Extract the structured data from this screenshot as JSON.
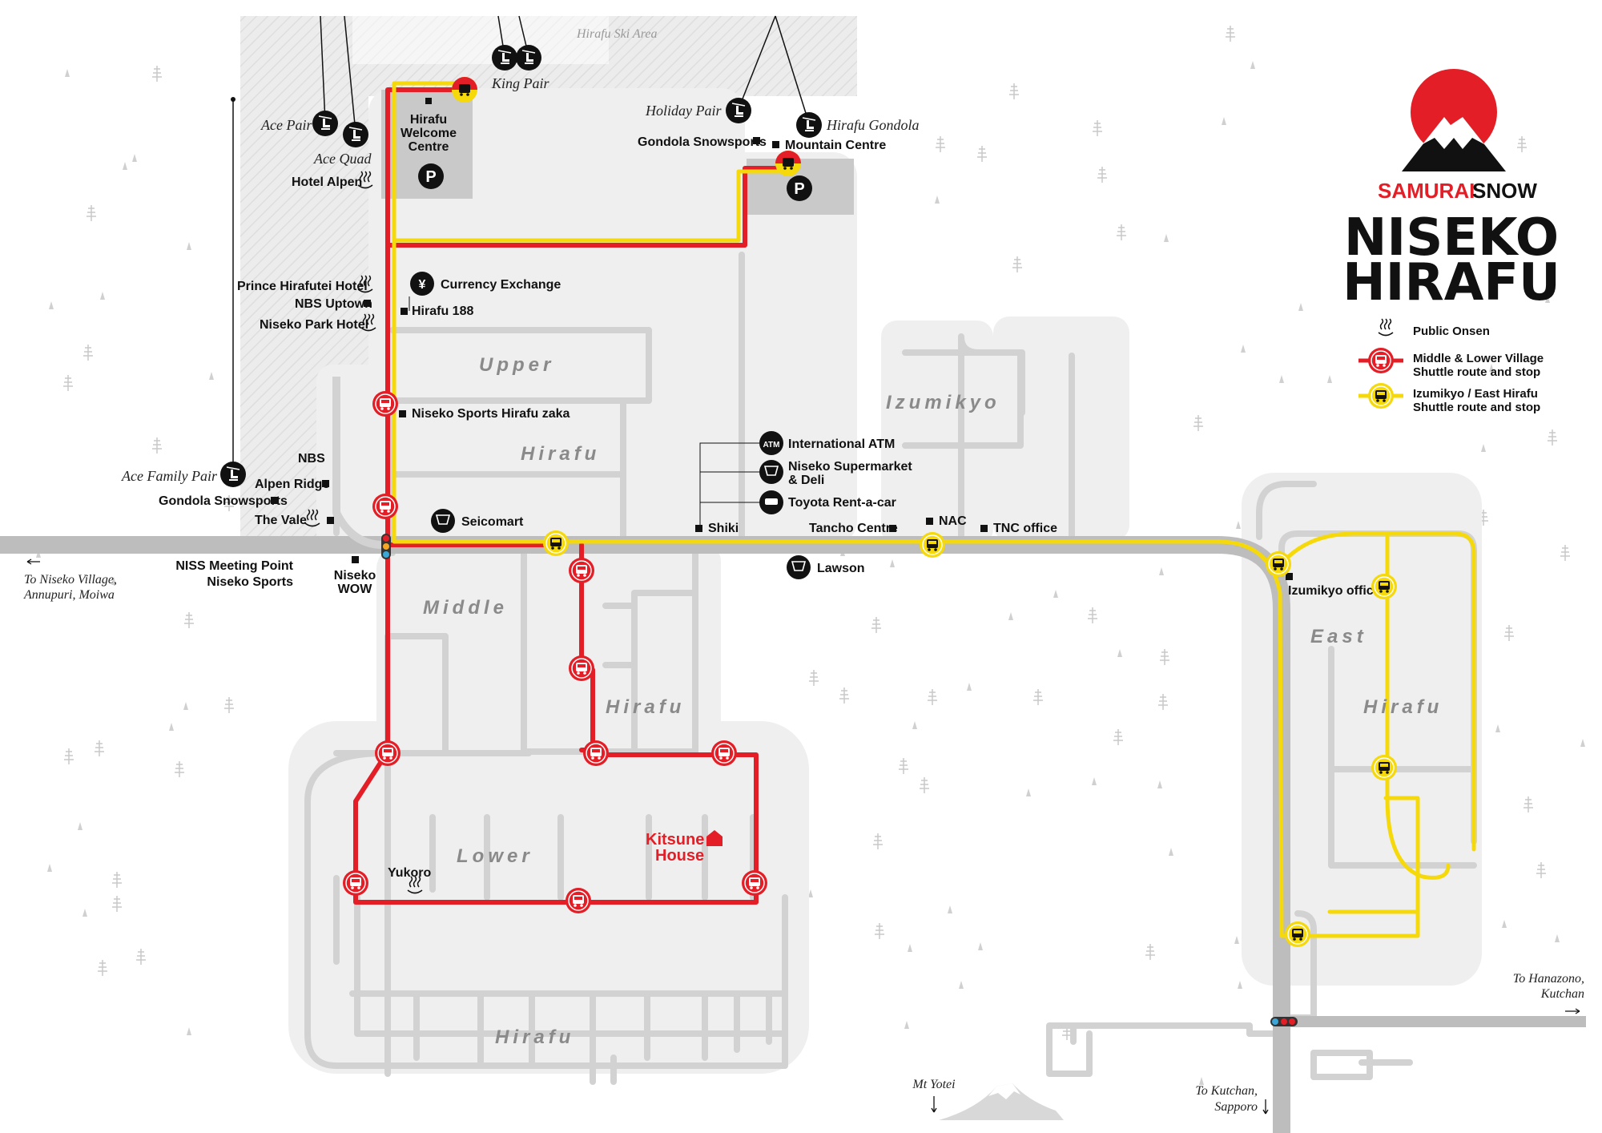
{
  "brand": {
    "samurai": "SAMURAI",
    "snow": "SNOW",
    "title_line1": "NISEKO",
    "title_line2": "HIRAFU",
    "red": "#e41e26",
    "yellow": "#f5d90a"
  },
  "legend": [
    {
      "icon": "onsen-icon",
      "text": "Public Onsen"
    },
    {
      "icon": "red-bus-stop-icon",
      "line1": "Middle & Lower Village",
      "line2": "Shuttle route and stop"
    },
    {
      "icon": "yellow-bus-stop-icon",
      "line1": "Izumikyo / East Hirafu",
      "line2": "Shuttle route and stop"
    }
  ],
  "areas": {
    "ski_area": "Hirafu Ski Area",
    "upper1": "Upper",
    "upper2": "Hirafu",
    "izumikyo": "Izumikyo",
    "middle1": "Middle",
    "middle2": "Hirafu",
    "lower1": "Lower",
    "lower2": "Hirafu",
    "east1": "East",
    "east2": "Hirafu"
  },
  "lifts": {
    "king_pair": "King Pair",
    "ace_pair": "Ace Pair",
    "ace_quad": "Ace Quad",
    "holiday_pair": "Holiday Pair",
    "hirafu_gondola": "Hirafu Gondola",
    "ace_family_pair": "Ace Family Pair"
  },
  "places": {
    "welcome1": "Hirafu",
    "welcome2": "Welcome",
    "welcome3": "Centre",
    "parking": "P",
    "gondola_snowsports": "Gondola Snowsports",
    "mountain_centre": "Mountain Centre",
    "hotel_alpen": "Hotel Alpen",
    "prince_hirafutei": "Prince Hirafutei Hotel",
    "nbs_uptown": "NBS Uptown",
    "niseko_park": "Niseko Park Hotel",
    "currency": "Currency Exchange",
    "yen": "¥",
    "hirafu188": "Hirafu 188",
    "sports_zaka": "Niseko Sports Hirafu zaka",
    "nbs": "NBS",
    "alpen_ridge": "Alpen Ridge",
    "gondola_snowsports2": "Gondola Snowsports",
    "the_vale": "The Vale",
    "seicomart": "Seicomart",
    "atm_badge": "ATM",
    "intl_atm": "International ATM",
    "supermarket1": "Niseko Supermarket",
    "supermarket2": "& Deli",
    "toyota": "Toyota Rent-a-car",
    "shiki": "Shiki",
    "tancho": "Tancho Centre",
    "nac": "NAC",
    "tnc": "TNC office",
    "lawson": "Lawson",
    "niss1": "NISS Meeting Point",
    "niss2": "Niseko Sports",
    "wow1": "Niseko",
    "wow2": "WOW",
    "izumikyo_office": "Izumikyo office",
    "yukoro": "Yukoro",
    "kitsune1": "Kitsune",
    "kitsune2": "House",
    "mt_yotei": "Mt Yotei"
  },
  "directions": {
    "village1": "To Niseko Village,",
    "village2": "Annupuri, Moiwa",
    "hanazono1": "To Hanazono,",
    "hanazono2": "Kutchan",
    "kutchan1": "To Kutchan,",
    "kutchan2": "Sapporo"
  }
}
